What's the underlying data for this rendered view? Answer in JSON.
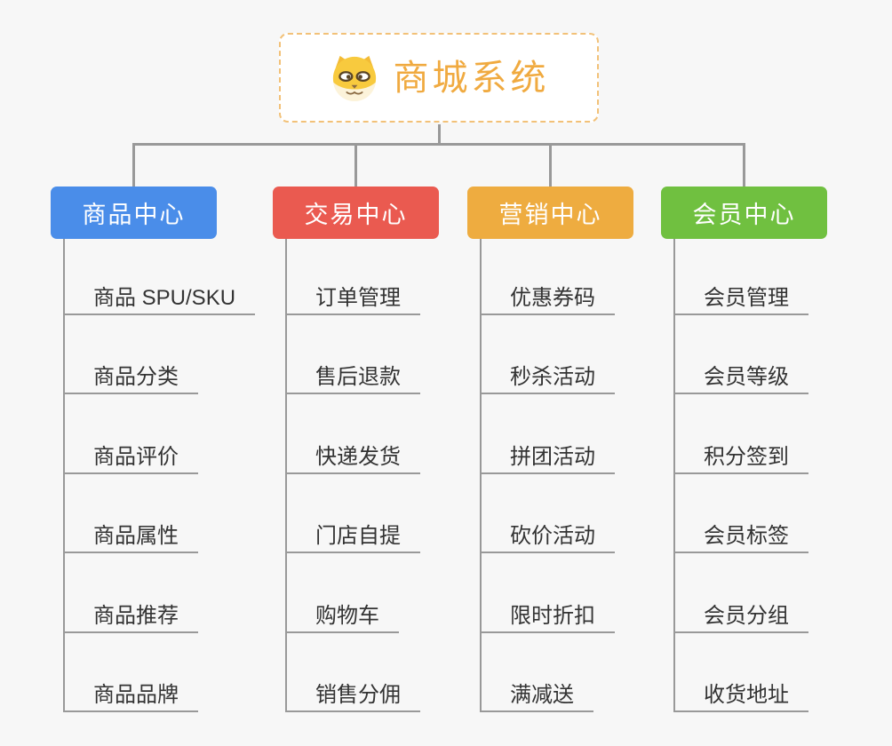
{
  "root": {
    "title": "商城系统",
    "icon": "dog-face-icon",
    "title_color": "#f0aa40",
    "border_color": "#f2c178"
  },
  "canvas": {
    "background": "#f7f7f7",
    "connector_color": "#999999",
    "item_text_color": "#333333"
  },
  "branches": [
    {
      "label": "商品中心",
      "color": "#4a8de9",
      "children": [
        "商品 SPU/SKU",
        "商品分类",
        "商品评价",
        "商品属性",
        "商品推荐",
        "商品品牌"
      ]
    },
    {
      "label": "交易中心",
      "color": "#ea5a50",
      "children": [
        "订单管理",
        "售后退款",
        "快递发货",
        "门店自提",
        "购物车",
        "销售分佣"
      ]
    },
    {
      "label": "营销中心",
      "color": "#eeac40",
      "children": [
        "优惠券码",
        "秒杀活动",
        "拼团活动",
        "砍价活动",
        "限时折扣",
        "满减送"
      ]
    },
    {
      "label": "会员中心",
      "color": "#70c040",
      "children": [
        "会员管理",
        "会员等级",
        "积分签到",
        "会员标签",
        "会员分组",
        "收货地址"
      ]
    }
  ]
}
